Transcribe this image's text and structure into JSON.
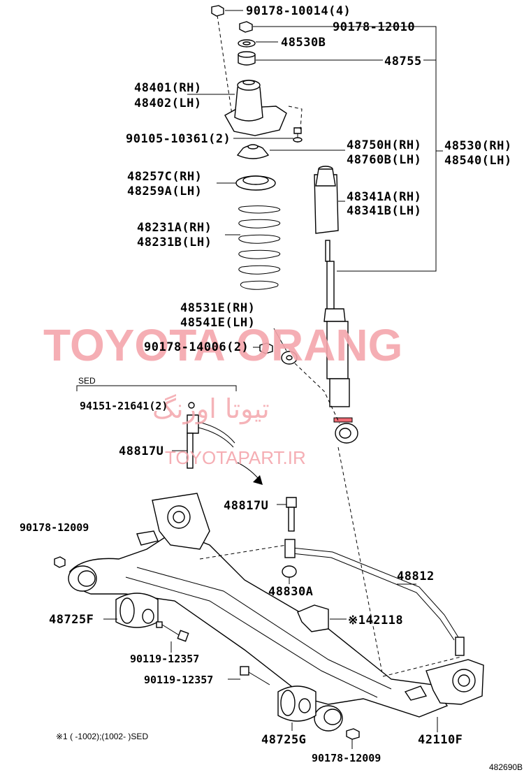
{
  "labels": {
    "nut_top_4": "90178-10014(4)",
    "nut_rod": "90178-12010",
    "retainer": "48530B",
    "bushing": "48755",
    "support_rh": "48401(RH)",
    "support_lh": "48402(LH)",
    "bolt_support": "90105-10361(2)",
    "seat_upper_rh": "48750H(RH)",
    "seat_upper_lh": "48760B(LH)",
    "absorber_rh": "48530(RH)",
    "absorber_lh": "48540(LH)",
    "insulator_rh": "48257C(RH)",
    "insulator_lh": "48259A(LH)",
    "bumper_rh": "48341A(RH)",
    "bumper_lh": "48341B(LH)",
    "spring_rh": "48231A(RH)",
    "spring_lh": "48231B(LH)",
    "cushion_rh": "48531E(RH)",
    "cushion_lh": "48541E(LH)",
    "nut_lower_2": "90178-14006(2)",
    "sed": "SED",
    "nut_link_2": "94151-21641(2)",
    "link_left": "48817U",
    "link_right": "48817U",
    "nut_left": "90178-12009",
    "stabilizer_bar": "48812",
    "stab_bushing": "48830A",
    "bracket": "※142118",
    "bush_left": "48725F",
    "bolt_left": "90119-12357",
    "bolt_center": "90119-12357",
    "bush_right": "48725G",
    "beam": "42110F",
    "nut_bottom": "90178-12009",
    "footnote": "※1 (     -1002);(1002-       )SED",
    "figure_code": "482690B"
  },
  "watermark": {
    "brand": "TOYOTA ORANG",
    "persian": "تیوتا اورنگ",
    "url": "TOYOTAPART.IR"
  },
  "colors": {
    "watermark": "#f4a6ac",
    "line": "#000000"
  }
}
